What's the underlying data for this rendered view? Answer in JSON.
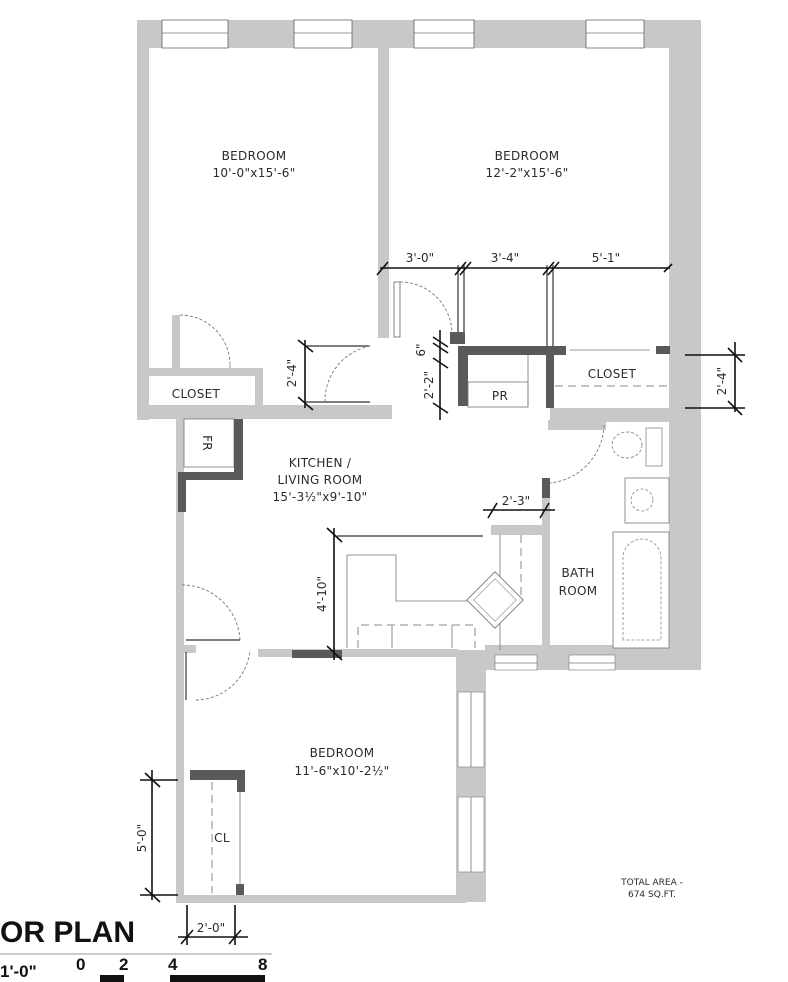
{
  "plan": {
    "title": "OR PLAN",
    "scale_label": "1'-0\"",
    "scale_ticks": [
      "0",
      "2",
      "4",
      "8"
    ],
    "total_area_line1": "TOTAL AREA -",
    "total_area_line2": "674 SQ.FT.",
    "colors": {
      "wall": "#c8c8c8",
      "dark_wall": "#5a5a5a",
      "line": "#333333",
      "background": "#ffffff"
    }
  },
  "rooms": {
    "bedroom1": {
      "name": "BEDROOM",
      "size": "10'-0\"x15'-6\""
    },
    "bedroom2": {
      "name": "BEDROOM",
      "size": "12'-2\"x15'-6\""
    },
    "bedroom3": {
      "name": "BEDROOM",
      "size": "11'-6\"x10'-2½\""
    },
    "kitchen": {
      "name_line1": "KITCHEN /",
      "name_line2": "LIVING ROOM",
      "size": "15'-3½\"x9'-10\""
    },
    "bath": {
      "name_line1": "BATH",
      "name_line2": "ROOM"
    },
    "closet_left": {
      "name": "CLOSET"
    },
    "closet_right": {
      "name": "CLOSET"
    },
    "fr_left": {
      "name": "FR"
    },
    "fr_middle": {
      "name": "PR"
    },
    "cl_bottom": {
      "name": "CL"
    }
  },
  "dimensions": {
    "d_3_0": "3'-0\"",
    "d_3_4": "3'-4\"",
    "d_5_1": "5'-1\"",
    "d_2_4_left": "2'-4\"",
    "d_6": "6\"",
    "d_2_2": "2'-2\"",
    "d_2_4_right": "2'-4\"",
    "d_2_3": "2'-3\"",
    "d_4_10": "4'-10\"",
    "d_5_0": "5'-0\"",
    "d_2_0": "2'-0\""
  }
}
